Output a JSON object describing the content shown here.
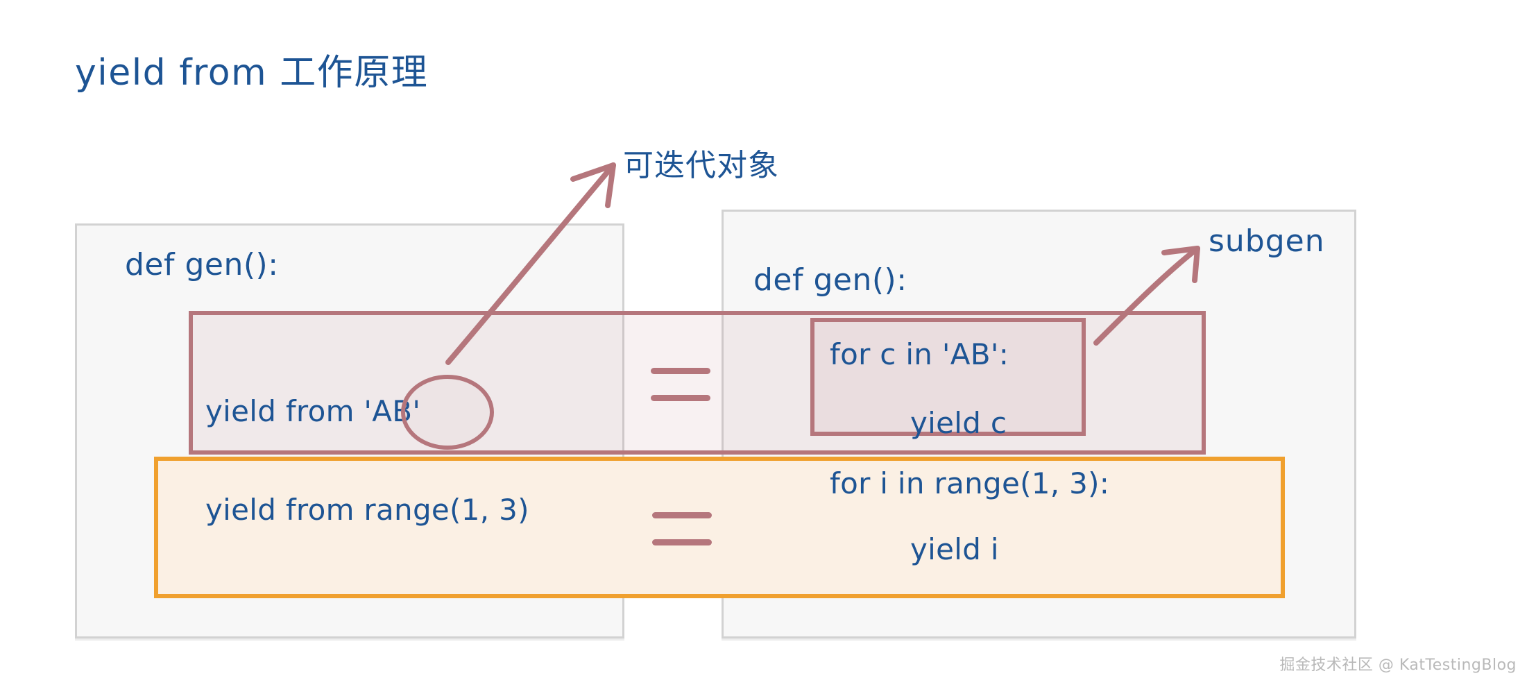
{
  "title": "yield from 工作原理",
  "annotations": {
    "iterable_label": "可迭代对象",
    "subgen_label": "subgen"
  },
  "left_panel": {
    "header": "def gen():",
    "red_row_code": "yield from 'AB'",
    "highlight_token": "'AB'",
    "orange_row_code": "yield from range(1, 3)"
  },
  "right_panel": {
    "header": "def gen():",
    "red_row_code_line1": "for c in 'AB':",
    "red_row_code_line2": "yield c",
    "orange_row_code_line1": "for i in range(1, 3):",
    "orange_row_code_line2": "yield i"
  },
  "equals": {
    "red_row": "=",
    "orange_row": "="
  },
  "watermark": "掘金技术社区 @ KatTestingBlog",
  "colors": {
    "ink_blue": "#1d5494",
    "red_accent": "#b5767c",
    "orange_accent": "#f0a02e",
    "panel_border": "#d2d2d2",
    "panel_fill": "#f7f7f7",
    "orange_fill": "#fbf0e4",
    "watermark_gray": "#b9b9b9",
    "background": "#ffffff"
  }
}
